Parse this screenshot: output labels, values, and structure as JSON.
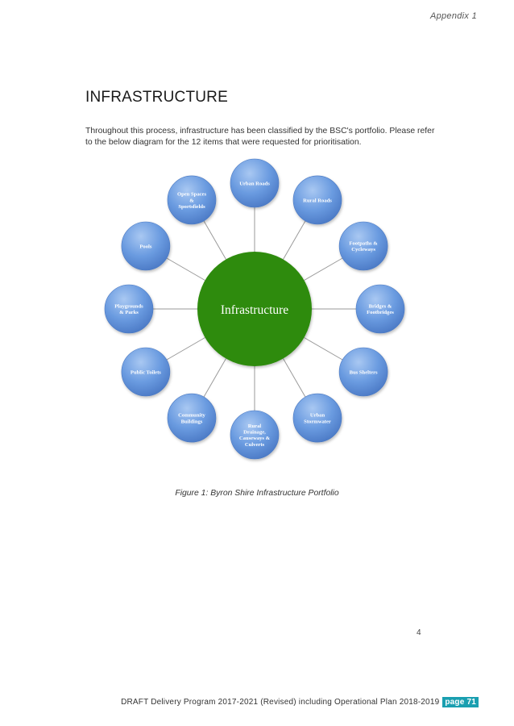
{
  "header": {
    "appendix": "Appendix 1"
  },
  "heading": "INFRASTRUCTURE",
  "intro": "Throughout this process, infrastructure has been classified by the BSC's portfolio. Please refer to the below diagram for the 12 items that were requested for prioritisation.",
  "diagram": {
    "center_label": "Infrastructure",
    "center_color": "#2e8b0e",
    "node_color": "#5d8fd6",
    "nodes": [
      {
        "lines": [
          "Urban Roads"
        ]
      },
      {
        "lines": [
          "Rural Roads"
        ]
      },
      {
        "lines": [
          "Footpaths &",
          "Cycleways"
        ]
      },
      {
        "lines": [
          "Bridges &",
          "Footbridges"
        ]
      },
      {
        "lines": [
          "Bus Shelters"
        ]
      },
      {
        "lines": [
          "Urban",
          "Stormwater"
        ]
      },
      {
        "lines": [
          "Rural",
          "Drainage,",
          "Causeways &",
          "Culverts"
        ]
      },
      {
        "lines": [
          "Community",
          "Buildings"
        ]
      },
      {
        "lines": [
          "Public Toilets"
        ]
      },
      {
        "lines": [
          "Playgrounds",
          "& Parks"
        ]
      },
      {
        "lines": [
          "Pools"
        ]
      },
      {
        "lines": [
          "Open Spaces",
          "&",
          "Sportsfields"
        ]
      }
    ]
  },
  "caption": "Figure 1: Byron Shire Infrastructure Portfolio",
  "page_number": "4",
  "footer": {
    "text": "DRAFT Delivery Program 2017-2021 (Revised) including Operational Plan 2018-2019",
    "badge": "page 71",
    "badge_color": "#1a9fb0"
  }
}
